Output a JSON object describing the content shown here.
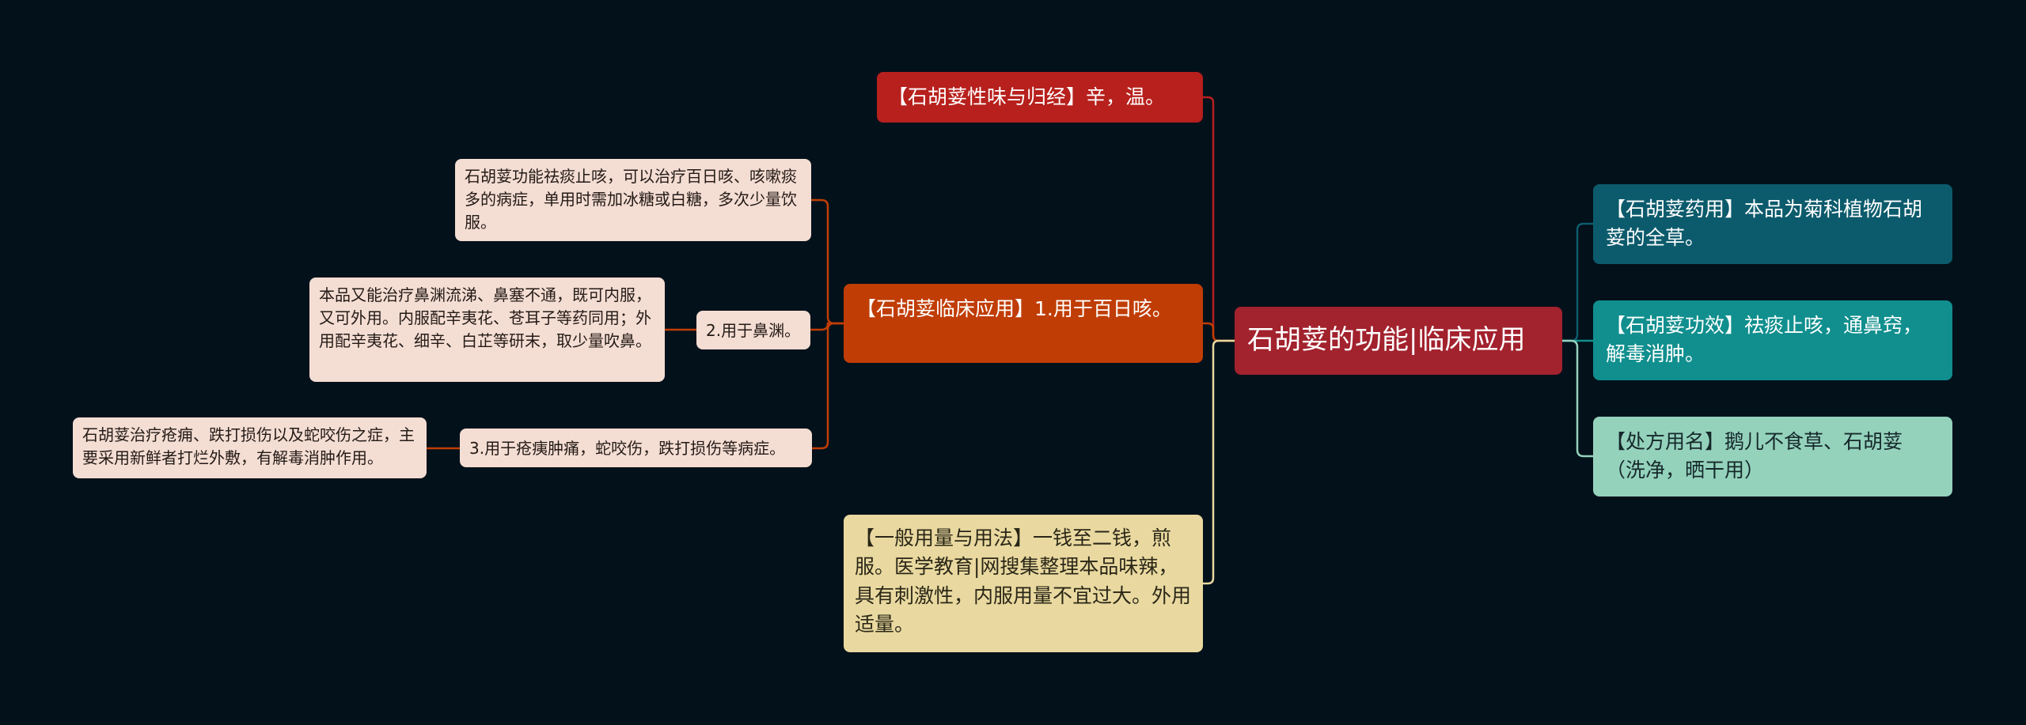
{
  "root": {
    "text": "石胡荽的功能|临床应用",
    "color": "#a2222d"
  },
  "left_branches": [
    {
      "text": "【石胡荽性味与归经】辛，温。",
      "color": "#b7201c",
      "children": []
    },
    {
      "text": "【石胡荽临床应用】1.用于百日咳。",
      "color": "#c03d05",
      "children": [
        {
          "text": "石胡荽功能祛痰止咳，可以治疗百日咳、咳嗽痰多的病症，单用时需加冰糖或白糖，多次少量饮服。",
          "children": []
        },
        {
          "text": "2.用于鼻渊。",
          "children": [
            {
              "text": "本品又能治疗鼻渊流涕、鼻塞不通，既可内服，又可外用。内服配辛夷花、苍耳子等药同用；外用配辛夷花、细辛、白芷等研末，取少量吹鼻。"
            }
          ]
        },
        {
          "text": "3.用于疮痍肿痛，蛇咬伤，跌打损伤等病症。",
          "children": [
            {
              "text": "石胡荽治疗疮痈、跌打损伤以及蛇咬伤之症，主要采用新鲜者打烂外敷，有解毒消肿作用。"
            }
          ]
        }
      ]
    },
    {
      "text": "【一般用量与用法】一钱至二钱，煎服。医学教育|网搜集整理本品味辣，具有刺激性，内服用量不宜过大。外用适量。",
      "color": "#e9d9a0",
      "children": []
    }
  ],
  "right_branches": [
    {
      "text": "【石胡荽药用】本品为菊科植物石胡荽的全草。",
      "color": "#0c5b6c"
    },
    {
      "text": "【石胡荽功效】祛痰止咳，通鼻窍，解毒消肿。",
      "color": "#108f8e"
    },
    {
      "text": "【处方用名】鹅儿不食草、石胡荽（洗净，晒干用）",
      "color": "#94d2bc"
    }
  ],
  "link_colors": {
    "top": "#b7201c",
    "middle": "#c03d05",
    "bottom": "#e9d9a0",
    "right": [
      "#0c5b6c",
      "#108f8e",
      "#94d2bc"
    ]
  }
}
